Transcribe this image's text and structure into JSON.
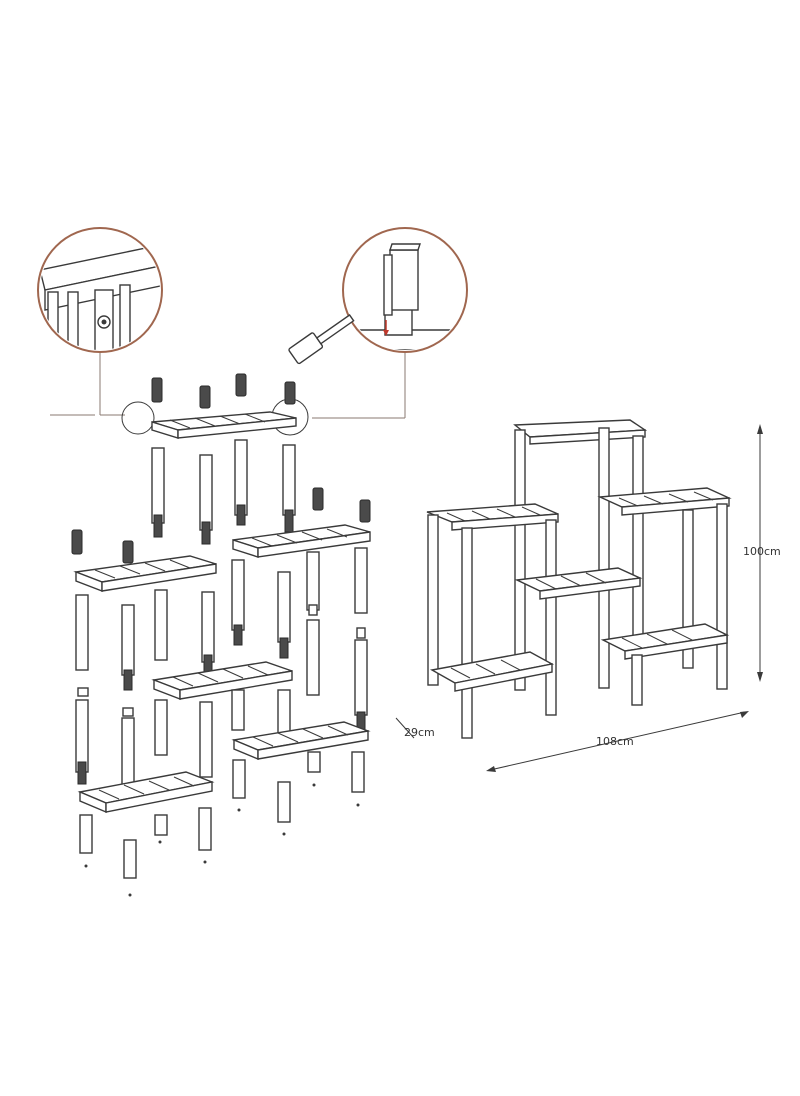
{
  "dimensions": {
    "height_label": "100cm",
    "width_label": "108cm",
    "depth_label": "29cm"
  },
  "colors": {
    "line": "#3a3a3a",
    "callout_ring": "#a0674f",
    "accent_red": "#c0392b",
    "leg_cap": "#4a4a4a"
  },
  "icons": {
    "hammer": "hammer-icon",
    "detail_left": "bracket-detail",
    "detail_right": "leg-insert-detail"
  }
}
